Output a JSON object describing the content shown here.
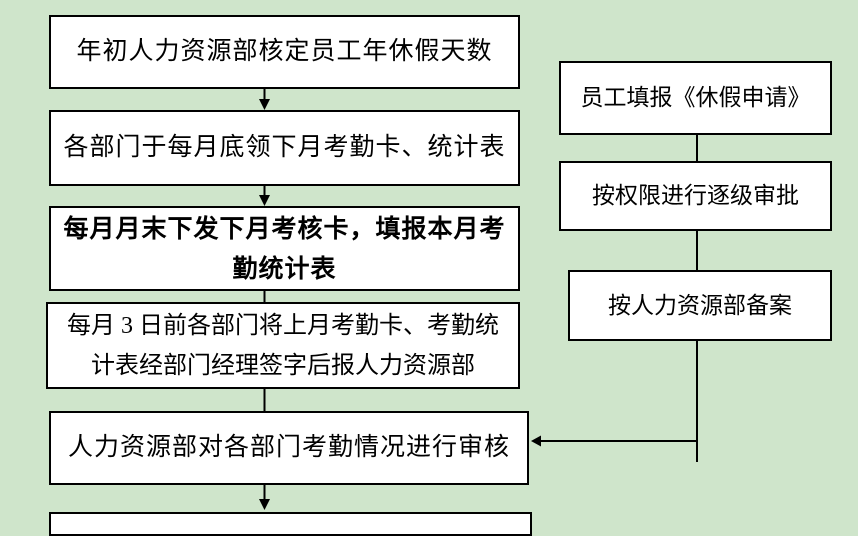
{
  "page": {
    "background_color": "#cfe5cb",
    "box_fill_color": "#ffffff",
    "line_color": "#000000",
    "text_color": "#000000"
  },
  "main_flow": {
    "boxes": [
      {
        "label": "年初人力资源部核定员工年休假天数"
      },
      {
        "label": "各部门于每月底领下月考勤卡、统计表"
      },
      {
        "label": "每月月末下发下月考核卡，填报本月考\n勤统计表",
        "bold": true
      },
      {
        "label": "每月 3 日前各部门将上月考勤卡、考勤统\n计表经部门经理签字后报人力资源部"
      },
      {
        "label": "人力资源部对各部门考勤情况进行审核"
      },
      {
        "label": ""
      }
    ]
  },
  "side_flow": {
    "boxes": [
      {
        "label": "员工填报《休假申请》"
      },
      {
        "label": "按权限进行逐级审批"
      },
      {
        "label": "按人力资源部备案"
      }
    ]
  }
}
